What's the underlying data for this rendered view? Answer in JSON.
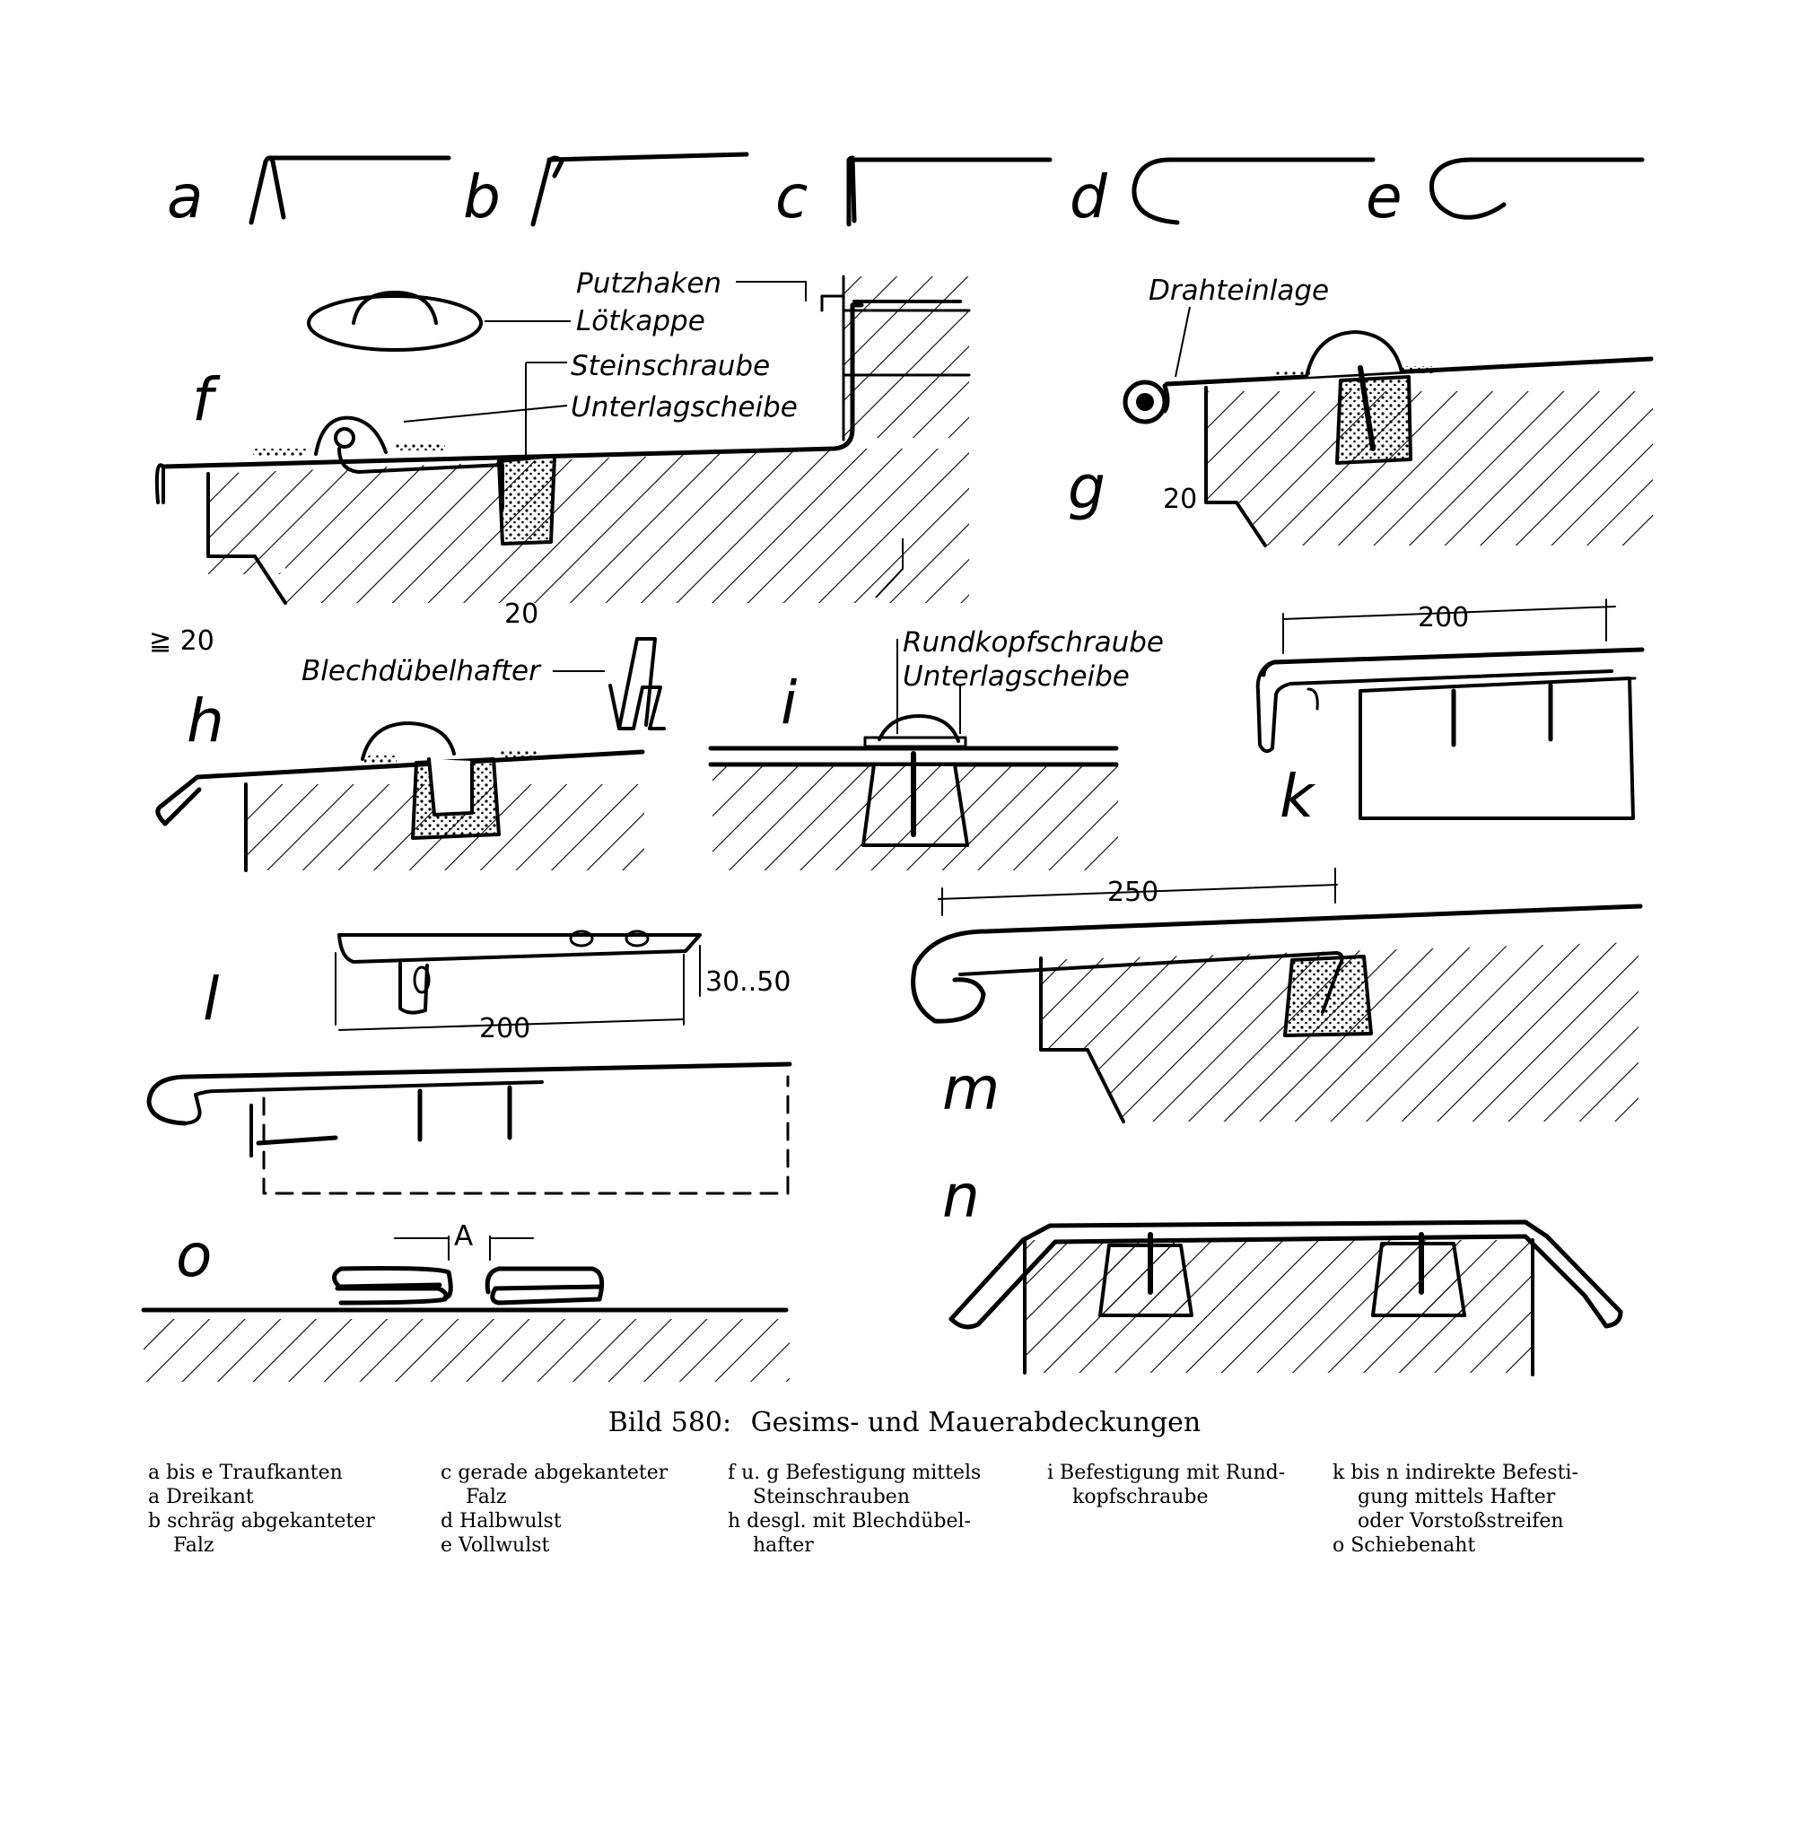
{
  "profiles": [
    "a",
    "b",
    "c",
    "d",
    "e"
  ],
  "details": {
    "f": "f",
    "g": "g",
    "h": "h",
    "i": "i",
    "k": "k",
    "l": "l",
    "m": "m",
    "n": "n",
    "o": "o"
  },
  "callouts": {
    "putzhaken": "Putzhaken",
    "loetkappe": "Lötkappe",
    "steinschraube": "Steinschraube",
    "unterlagscheibe": "Unterlagscheibe",
    "drahteinlage": "Drahteinlage",
    "blechduebelhafter": "Blechdübelhafter",
    "rundkopfschraube": "Rundkopfschraube",
    "unterlagscheibe_i": "Unterlagscheibe",
    "dim_a": "A"
  },
  "dimensions": {
    "f_min": "≧ 20",
    "f_20": "20",
    "g_20": "20",
    "k_200": "200",
    "m_250": "250",
    "l_3050": "30..50",
    "l_200": "200"
  },
  "caption": {
    "number": "Bild 580:",
    "title": "Gesims- und Mauerabdeckungen"
  },
  "legend": {
    "col1": [
      "a bis e Traufkanten",
      "a Dreikant",
      "b schräg abgekanteter",
      "Falz"
    ],
    "col2": [
      "c gerade abgekanteter",
      "Falz",
      "d Halbwulst",
      "e Vollwulst"
    ],
    "col3": [
      "f u. g Befestigung mittels",
      "Steinschrauben",
      "h desgl. mit Blechdübel-",
      "hafter"
    ],
    "col4": [
      "i Befestigung mit Rund-",
      "kopfschraube"
    ],
    "col5": [
      "k bis n indirekte Befesti-",
      "gung mittels Hafter",
      "oder Vorstoßstreifen",
      "o Schiebenaht"
    ]
  }
}
